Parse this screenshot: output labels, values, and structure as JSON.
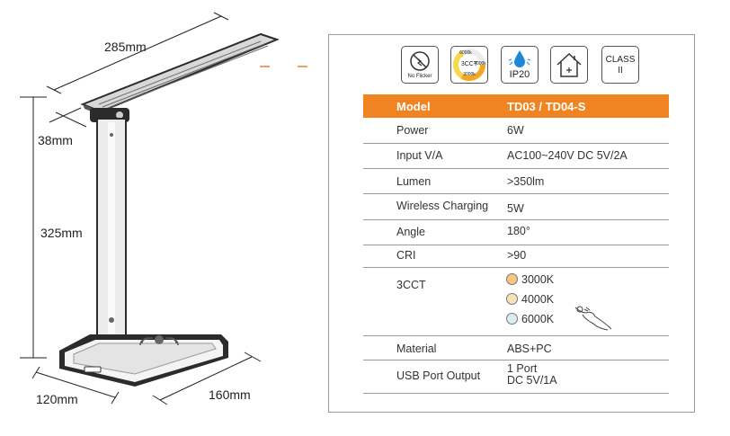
{
  "dimensions": {
    "arm_length": "285mm",
    "head_thickness": "38mm",
    "height": "325mm",
    "base_width": "120mm",
    "base_depth": "160mm"
  },
  "badges": {
    "no_flicker": "No Flicker",
    "cct_center": "3CCT",
    "cct_6000": "6000k",
    "cct_3000": "3000k",
    "cct_4000": "4000k",
    "ip_rating": "IP20",
    "class_line1": "CLASS",
    "class_line2": "II"
  },
  "spec_table": {
    "header": {
      "label": "Model",
      "value": "TD03 / TD04-S"
    },
    "rows": [
      {
        "label": "Power",
        "value": "6W"
      },
      {
        "label": "Input V/A",
        "value": "AC100~240V  DC 5V/2A"
      },
      {
        "label": "Lumen",
        "value": ">350lm"
      },
      {
        "label": "Wireless Charging",
        "value": "5W"
      },
      {
        "label": "Angle",
        "value": "180°"
      },
      {
        "label": "CRI",
        "value": ">90"
      },
      {
        "label": "3CCT",
        "value": ""
      },
      {
        "label": "Material",
        "value": "ABS+PC"
      },
      {
        "label": "USB  Port Output",
        "value": "1 Port",
        "value2": "DC 5V/1A"
      }
    ],
    "cct_options": [
      {
        "label": "3000K",
        "color": "#f6c77c"
      },
      {
        "label": "4000K",
        "color": "#f7e2b4"
      },
      {
        "label": "6000K",
        "color": "#dcecf4"
      }
    ]
  },
  "colors": {
    "accent_orange": "#f08423",
    "border_gray": "#9a9a9a",
    "lamp_dark": "#2b2b2b"
  }
}
